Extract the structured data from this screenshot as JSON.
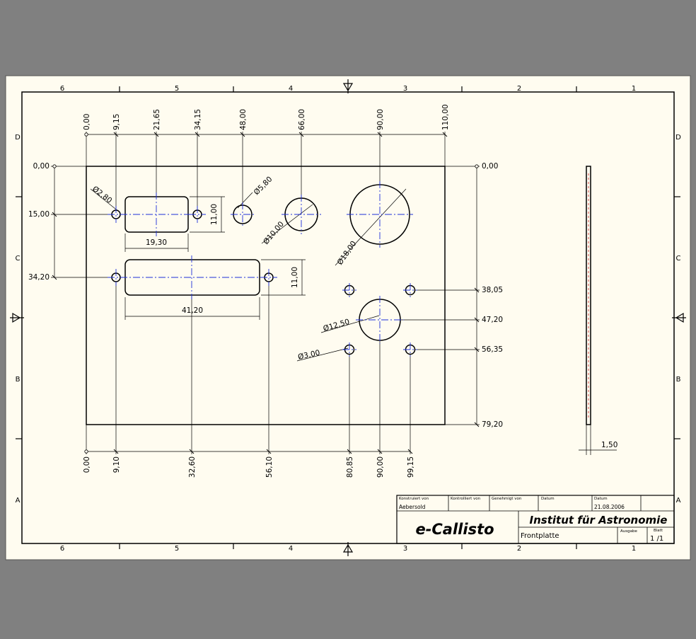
{
  "drawing": {
    "grid_columns": [
      "6",
      "5",
      "4",
      "3",
      "2",
      "1"
    ],
    "grid_rows": [
      "D",
      "C",
      "B",
      "A"
    ],
    "top_x_dims": [
      "0,00",
      "9,15",
      "21,65",
      "34,15",
      "48,00",
      "66,00",
      "90,00",
      "110,00"
    ],
    "bottom_x_dims": [
      "0,00",
      "9,10",
      "32,60",
      "56,10",
      "80,85",
      "90,00",
      "99,15"
    ],
    "left_y_dims": [
      "0,00",
      "15,00",
      "34,20"
    ],
    "right_y_dims": [
      "0,00",
      "38,05",
      "47,20",
      "56,35",
      "79,20"
    ],
    "feature_dims": {
      "d_small_hole": "Ø2,80",
      "d_hole_5": "Ø5,80",
      "d_hole_10": "Ø10,00",
      "d_hole_18": "Ø18,00",
      "d_hole_12": "Ø12,50",
      "d_hole_3": "Ø3,00",
      "width_19": "19,30",
      "height_11_a": "11,00",
      "height_11_b": "11,00",
      "width_41": "41,20",
      "thickness": "1,50"
    }
  },
  "title_block": {
    "h_konstruiert": "Konstruiert von",
    "h_kontrolliert": "Kontrolliert von",
    "h_genehmigt": "Genehmigt von",
    "h_datum1": "Datum",
    "h_datum2": "Datum",
    "author": "Aebersold",
    "date": "21.08.2006",
    "brand": "e-Callisto",
    "institute": "Institut für Astronomie",
    "part": "Frontplatte",
    "h_ausgabe": "Ausgabe",
    "h_blatt": "Blatt",
    "sheet": "1 /1"
  }
}
